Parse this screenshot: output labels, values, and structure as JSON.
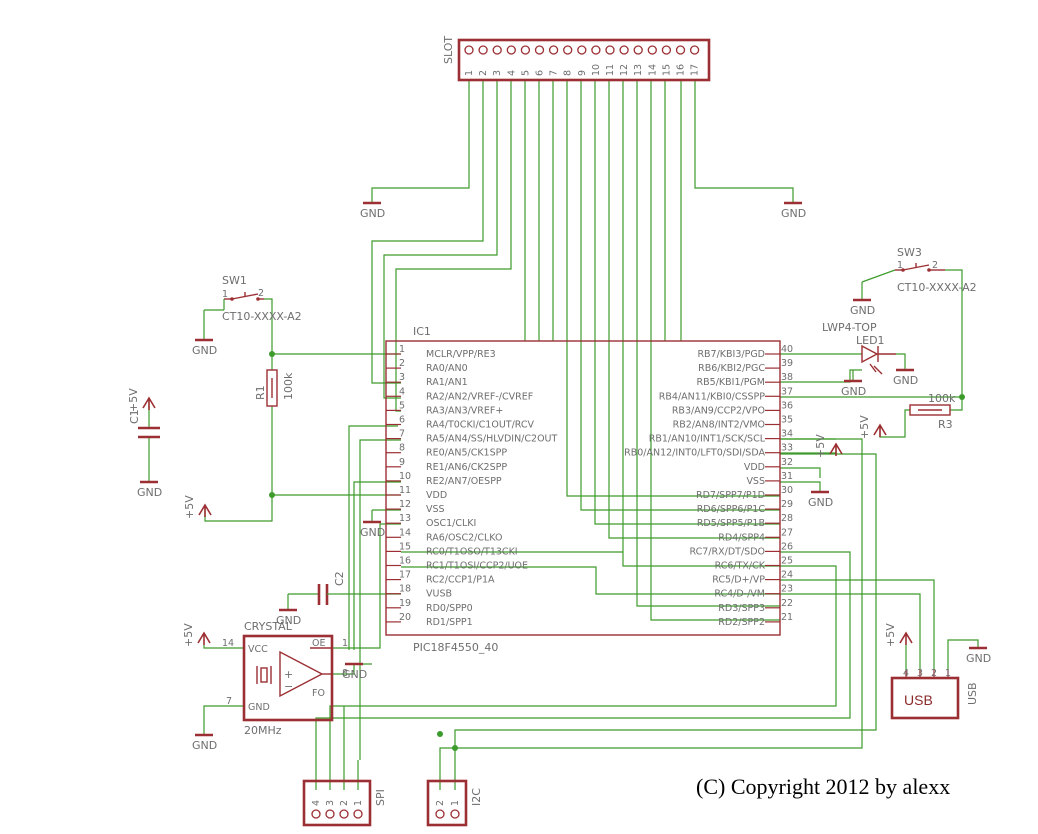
{
  "copyright": "(C) Copyright 2012 by alexx",
  "slot": {
    "ref": "SLOT",
    "pins": [
      "1",
      "2",
      "3",
      "4",
      "5",
      "6",
      "7",
      "8",
      "9",
      "10",
      "11",
      "12",
      "13",
      "14",
      "15",
      "16",
      "17"
    ]
  },
  "gnd": "GND",
  "vcc": "+5V",
  "ic": {
    "ref": "IC1",
    "value": "PIC18F4550_40",
    "left_pins": [
      {
        "n": "1",
        "name": "MCLR/VPP/RE3"
      },
      {
        "n": "2",
        "name": "RA0/AN0"
      },
      {
        "n": "3",
        "name": "RA1/AN1"
      },
      {
        "n": "4",
        "name": "RA2/AN2/VREF-/CVREF"
      },
      {
        "n": "5",
        "name": "RA3/AN3/VREF+"
      },
      {
        "n": "6",
        "name": "RA4/T0CKI/C1OUT/RCV"
      },
      {
        "n": "7",
        "name": "RA5/AN4/SS/HLVDIN/C2OUT"
      },
      {
        "n": "8",
        "name": "RE0/AN5/CK1SPP"
      },
      {
        "n": "9",
        "name": "RE1/AN6/CK2SPP"
      },
      {
        "n": "10",
        "name": "RE2/AN7/OESPP"
      },
      {
        "n": "11",
        "name": "VDD"
      },
      {
        "n": "12",
        "name": "VSS"
      },
      {
        "n": "13",
        "name": "OSC1/CLKI"
      },
      {
        "n": "14",
        "name": "RA6/OSC2/CLKO"
      },
      {
        "n": "15",
        "name": "RC0/T1OSO/T13CKI"
      },
      {
        "n": "16",
        "name": "RC1/T1OSI/CCP2/UOE"
      },
      {
        "n": "17",
        "name": "RC2/CCP1/P1A"
      },
      {
        "n": "18",
        "name": "VUSB"
      },
      {
        "n": "19",
        "name": "RD0/SPP0"
      },
      {
        "n": "20",
        "name": "RD1/SPP1"
      }
    ],
    "right_pins": [
      {
        "n": "40",
        "name": "RB7/KBI3/PGD"
      },
      {
        "n": "39",
        "name": "RB6/KBI2/PGC"
      },
      {
        "n": "38",
        "name": "RB5/KBI1/PGM"
      },
      {
        "n": "37",
        "name": "RB4/AN11/KBI0/CSSPP"
      },
      {
        "n": "36",
        "name": "RB3/AN9/CCP2/VPO"
      },
      {
        "n": "35",
        "name": "RB2/AN8/INT2/VMO"
      },
      {
        "n": "34",
        "name": "RB1/AN10/INT1/SCK/SCL"
      },
      {
        "n": "33",
        "name": "RB0/AN12/INT0/LFT0/SDI/SDA"
      },
      {
        "n": "32",
        "name": "VDD"
      },
      {
        "n": "31",
        "name": "VSS"
      },
      {
        "n": "30",
        "name": "RD7/SPP7/P1D"
      },
      {
        "n": "29",
        "name": "RD6/SPP6/P1C"
      },
      {
        "n": "28",
        "name": "RD5/SPP5/P1B"
      },
      {
        "n": "27",
        "name": "RD4/SPP4"
      },
      {
        "n": "26",
        "name": "RC7/RX/DT/SDO"
      },
      {
        "n": "25",
        "name": "RC6/TX/CK"
      },
      {
        "n": "24",
        "name": "RC5/D+/VP"
      },
      {
        "n": "23",
        "name": "RC4/D-/VM"
      },
      {
        "n": "22",
        "name": "RD3/SPP3"
      },
      {
        "n": "21",
        "name": "RD2/SPP2"
      }
    ]
  },
  "sw1": {
    "ref": "SW1",
    "value": "CT10-XXXX-A2",
    "p1": "1",
    "p2": "2"
  },
  "sw3": {
    "ref": "SW3",
    "value": "CT10-XXXX-A2",
    "p1": "1",
    "p2": "2"
  },
  "r1": {
    "ref": "R1",
    "value": "100k"
  },
  "r3": {
    "ref": "R3",
    "value": "100k"
  },
  "c1": {
    "ref": "C1"
  },
  "c2": {
    "ref": "C2"
  },
  "led": {
    "ref": "LED1",
    "value": "LWP4-TOP"
  },
  "crystal": {
    "ref": "CRYSTAL",
    "value": "20MHz",
    "vcc": "VCC",
    "gnd": "GND",
    "oe": "OE",
    "fo": "FO",
    "pin14": "14",
    "pin7": "7",
    "pin1": "1",
    "pin8": "8"
  },
  "usb": {
    "ref": "USB",
    "label": "USB",
    "pins": [
      "4",
      "3",
      "2",
      "1"
    ]
  },
  "spi": {
    "ref": "SPI",
    "pins": [
      "4",
      "3",
      "2",
      "1"
    ]
  },
  "i2c": {
    "ref": "I2C",
    "pins": [
      "2",
      "1"
    ]
  }
}
